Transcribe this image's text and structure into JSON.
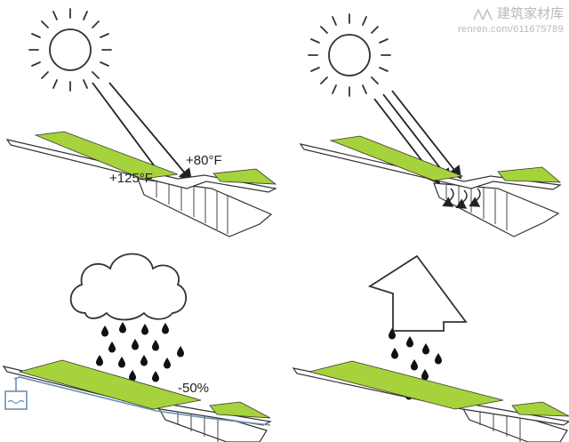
{
  "watermark": {
    "brand": "建筑家材库",
    "url": "renren.com/611675789"
  },
  "panels": {
    "summer": {
      "label_hot": "+125°F",
      "label_cool": "+80°F"
    },
    "rain": {
      "label_reduction": "-50%"
    }
  },
  "colors": {
    "green_roof": "#a6d23b",
    "line": "#222222",
    "gutter": "#6b8fb0"
  }
}
